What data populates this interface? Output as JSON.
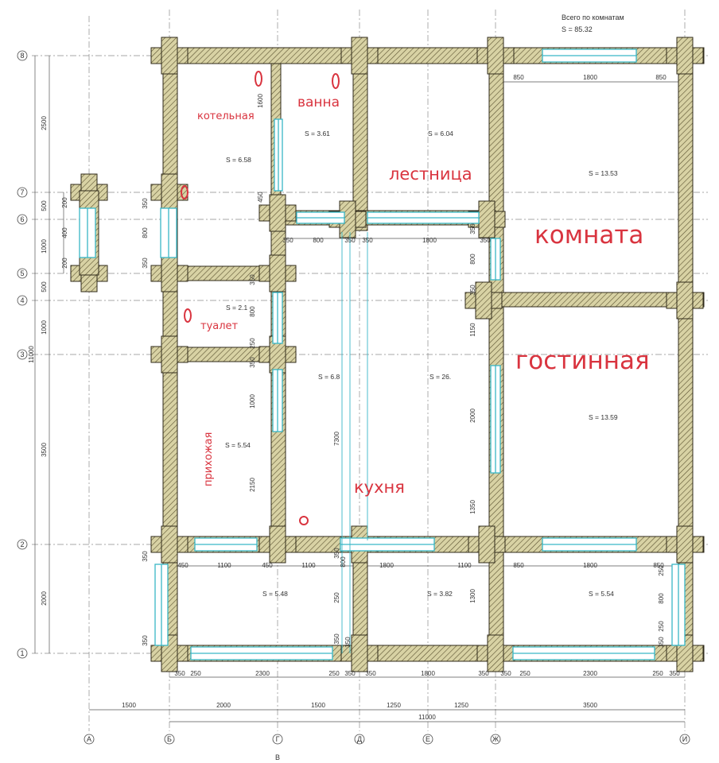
{
  "summary": {
    "title": "Всего по комнатам",
    "total": "S  =  85.32"
  },
  "rooms": [
    {
      "name": "котельная",
      "size": "s"
    },
    {
      "name": "ванна",
      "size": "m"
    },
    {
      "name": "лестница",
      "size": "l"
    },
    {
      "name": "комната",
      "size": "xl"
    },
    {
      "name": "гостинная",
      "size": "xl"
    },
    {
      "name": "туалет",
      "size": "s"
    },
    {
      "name": "прихожая",
      "size": "s"
    },
    {
      "name": "кухня",
      "size": "l"
    }
  ],
  "areas": [
    "S  =  6.58",
    "S  =  3.61",
    "S  =  6.04",
    "S  =  13.53",
    "S  =  2.1",
    "S  =  6.8",
    "S  =  26.",
    "S  =  13.59",
    "S  =  5.54",
    "S  =  5.48",
    "S  =  3.82",
    "S  =  5.54"
  ],
  "row_axes": [
    "8",
    "7",
    "6",
    "5",
    "4",
    "3",
    "2",
    "1"
  ],
  "col_axes": [
    "А",
    "Б",
    "Г",
    "Д",
    "Е",
    "Ж",
    "И"
  ],
  "col_axis_extra": "В",
  "bottom_dims": [
    "1500",
    "2000",
    "1500",
    "1250",
    "1250",
    "3500"
  ],
  "bottom_total": "11000",
  "sill_dims": [
    "350",
    "250",
    "2300",
    "250",
    "350",
    "350",
    "1800",
    "350",
    "350",
    "250",
    "2300",
    "250",
    "350"
  ],
  "terrace_dims": [
    "450",
    "1100",
    "450",
    "1100",
    "1800",
    "1100",
    "850",
    "1800",
    "850"
  ],
  "top_dims": [
    "850",
    "1800",
    "850"
  ],
  "mid_dims": [
    "350",
    "800",
    "350",
    "350",
    "1800",
    "350"
  ],
  "left_dims": [
    "2500",
    "500",
    "1000",
    "500",
    "1000",
    "11000",
    "3500",
    "2000"
  ],
  "left_small_dims": [
    "350",
    "800",
    "350",
    "200",
    "400",
    "200",
    "350",
    "350"
  ],
  "right_dims": [
    "350",
    "800",
    "350",
    "1150",
    "2000",
    "1350",
    "1300",
    "250",
    "800",
    "250",
    "350"
  ],
  "inner_dims": [
    "1600",
    "450",
    "350",
    "800",
    "250",
    "350",
    "1000",
    "2150",
    "7300",
    "350",
    "800",
    "250",
    "350",
    "350"
  ],
  "colors": {
    "wall_fill": "#d8d2a4",
    "wall_stroke": "#2f2a1a",
    "window": "#39b7c7",
    "room_text": "#d9343f",
    "line": "#444444"
  }
}
